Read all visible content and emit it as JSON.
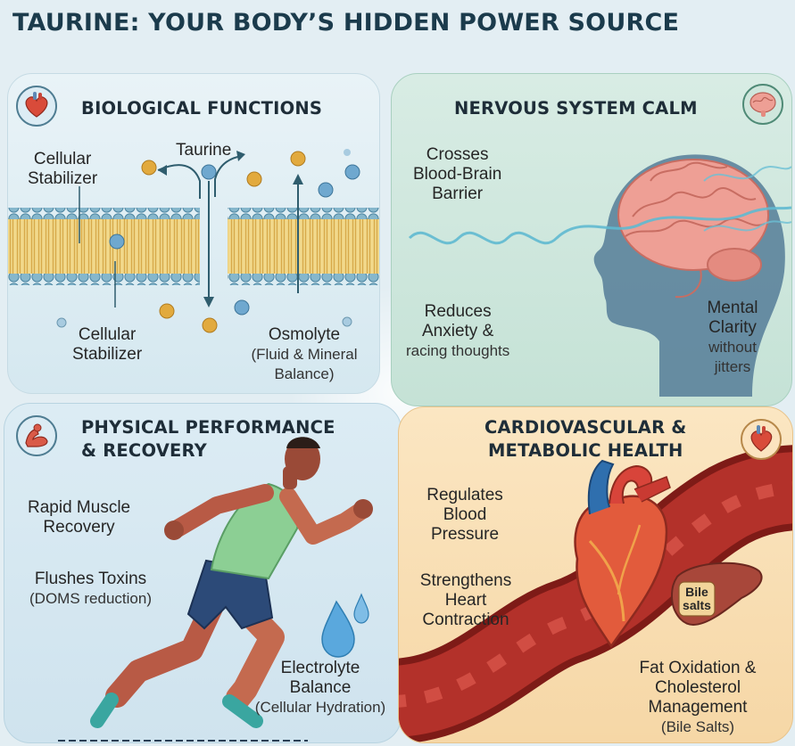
{
  "title": "TAURINE: YOUR BODY’S HIDDEN POWER SOURCE",
  "biological": {
    "heading": "BIOLOGICAL FUNCTIONS",
    "icon": "heart-icon",
    "labels": {
      "stabilizer_top": [
        "Cellular",
        "Stabilizer"
      ],
      "taurine": "Taurine",
      "stabilizer_bottom": [
        "Cellular",
        "Stabilizer"
      ],
      "osmolyte": "Osmolyte",
      "osmolyte_detail": [
        "(Fluid & Mineral",
        "Balance)"
      ]
    }
  },
  "nervous": {
    "heading": "NERVOUS SYSTEM CALM",
    "icon": "brain-icon",
    "labels": {
      "bbb": [
        "Crosses",
        "Blood-Brain",
        "Barrier"
      ],
      "anxiety": [
        "Reduces",
        "Anxiety &"
      ],
      "anxiety_detail": "racing thoughts",
      "clarity": [
        "Mental",
        "Clarity"
      ],
      "clarity_detail": [
        "without",
        "jitters"
      ]
    }
  },
  "physical": {
    "heading": [
      "PHYSICAL PERFORMANCE",
      "& RECOVERY"
    ],
    "icon": "flexed-arm-icon",
    "labels": {
      "recovery": [
        "Rapid Muscle",
        "Recovery"
      ],
      "toxins": "Flushes Toxins",
      "toxins_detail": "(DOMS reduction)",
      "electrolyte": [
        "Electrolyte",
        "Balance"
      ],
      "electrolyte_detail": "(Cellular Hydration)"
    }
  },
  "cardio": {
    "heading": [
      "CARDIOVASCULAR &",
      "METABOLIC HEALTH"
    ],
    "icon": "heart-icon",
    "labels": {
      "pressure": [
        "Regulates",
        "Blood",
        "Pressure"
      ],
      "contraction": [
        "Strengthens",
        "Heart",
        "Contraction"
      ],
      "bile": [
        "Bile",
        "salts"
      ],
      "fat": [
        "Fat Oxidation &",
        "Cholesterol",
        "Management"
      ],
      "fat_detail": "(Bile Salts)"
    }
  },
  "colors": {
    "title": "#1b3b4c",
    "bio_panel": "#dcebf2",
    "nervous_panel": "#cde6db",
    "physical_panel": "#d4e7f0",
    "cardio_panel": "#f8dcae",
    "membrane_head": "#7fb1c8",
    "membrane_tail": "#e9c46a",
    "taurine_gold": "#e0a83a",
    "taurine_blue": "#6aa7cf",
    "brain": "#ee9c92",
    "heart": "#d94b3a",
    "vessel": "#b22c24",
    "runner_shirt": "#8ccf94",
    "runner_shorts": "#2c4a78",
    "water": "#5aa8dd"
  }
}
